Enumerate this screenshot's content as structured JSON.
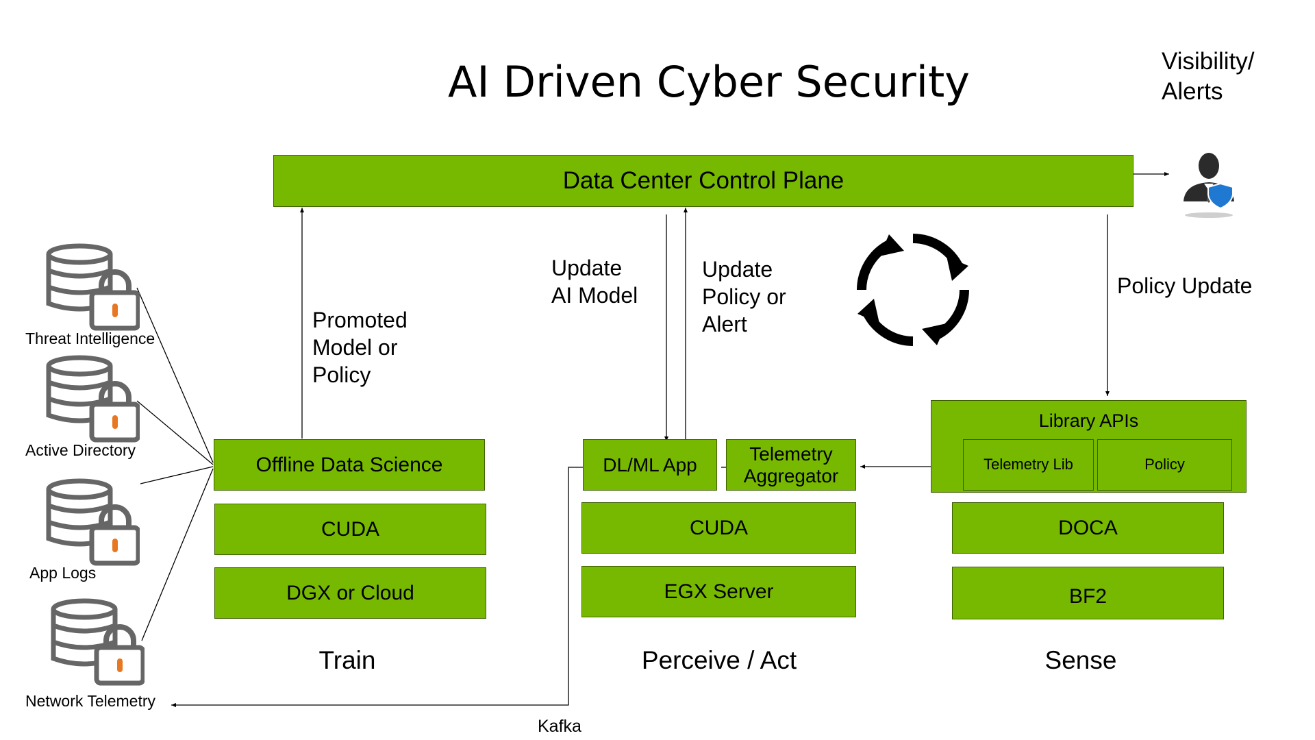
{
  "title": "AI Driven Cyber Security",
  "visibility_label": "Visibility/\nAlerts",
  "control_plane": "Data Center Control Plane",
  "arrows": {
    "promoted": "Promoted\nModel or\nPolicy",
    "update_model": "Update\nAI Model",
    "update_policy": "Update\nPolicy or\nAlert",
    "policy_update": "Policy Update",
    "kafka": "Kafka"
  },
  "sources": [
    {
      "label": "Threat Intelligence",
      "icon": "database-lock-icon"
    },
    {
      "label": "Active Directory",
      "icon": "database-lock-icon"
    },
    {
      "label": "App Logs",
      "icon": "database-lock-icon"
    },
    {
      "label": "Network Telemetry",
      "icon": "database-lock-icon"
    }
  ],
  "train": {
    "app": "Offline Data Science",
    "middle": "CUDA",
    "base": "DGX or Cloud",
    "label": "Train"
  },
  "perceive": {
    "app": "DL/ML App",
    "aggregator": "Telemetry\nAggregator",
    "middle": "CUDA",
    "base": "EGX Server",
    "label": "Perceive / Act"
  },
  "sense": {
    "apis": "Library APIs",
    "telemetry_lib": "Telemetry Lib",
    "policy": "Policy",
    "middle": "DOCA",
    "base": "BF2",
    "label": "Sense"
  },
  "colors": {
    "box_fill": "#77b900",
    "box_border": "#3d6000",
    "db_icon": "#666666",
    "lock_accent": "#e87722",
    "shield": "#1f78d1"
  },
  "icons": {
    "cycle": "refresh-cycle-icon",
    "user": "security-user-icon"
  }
}
